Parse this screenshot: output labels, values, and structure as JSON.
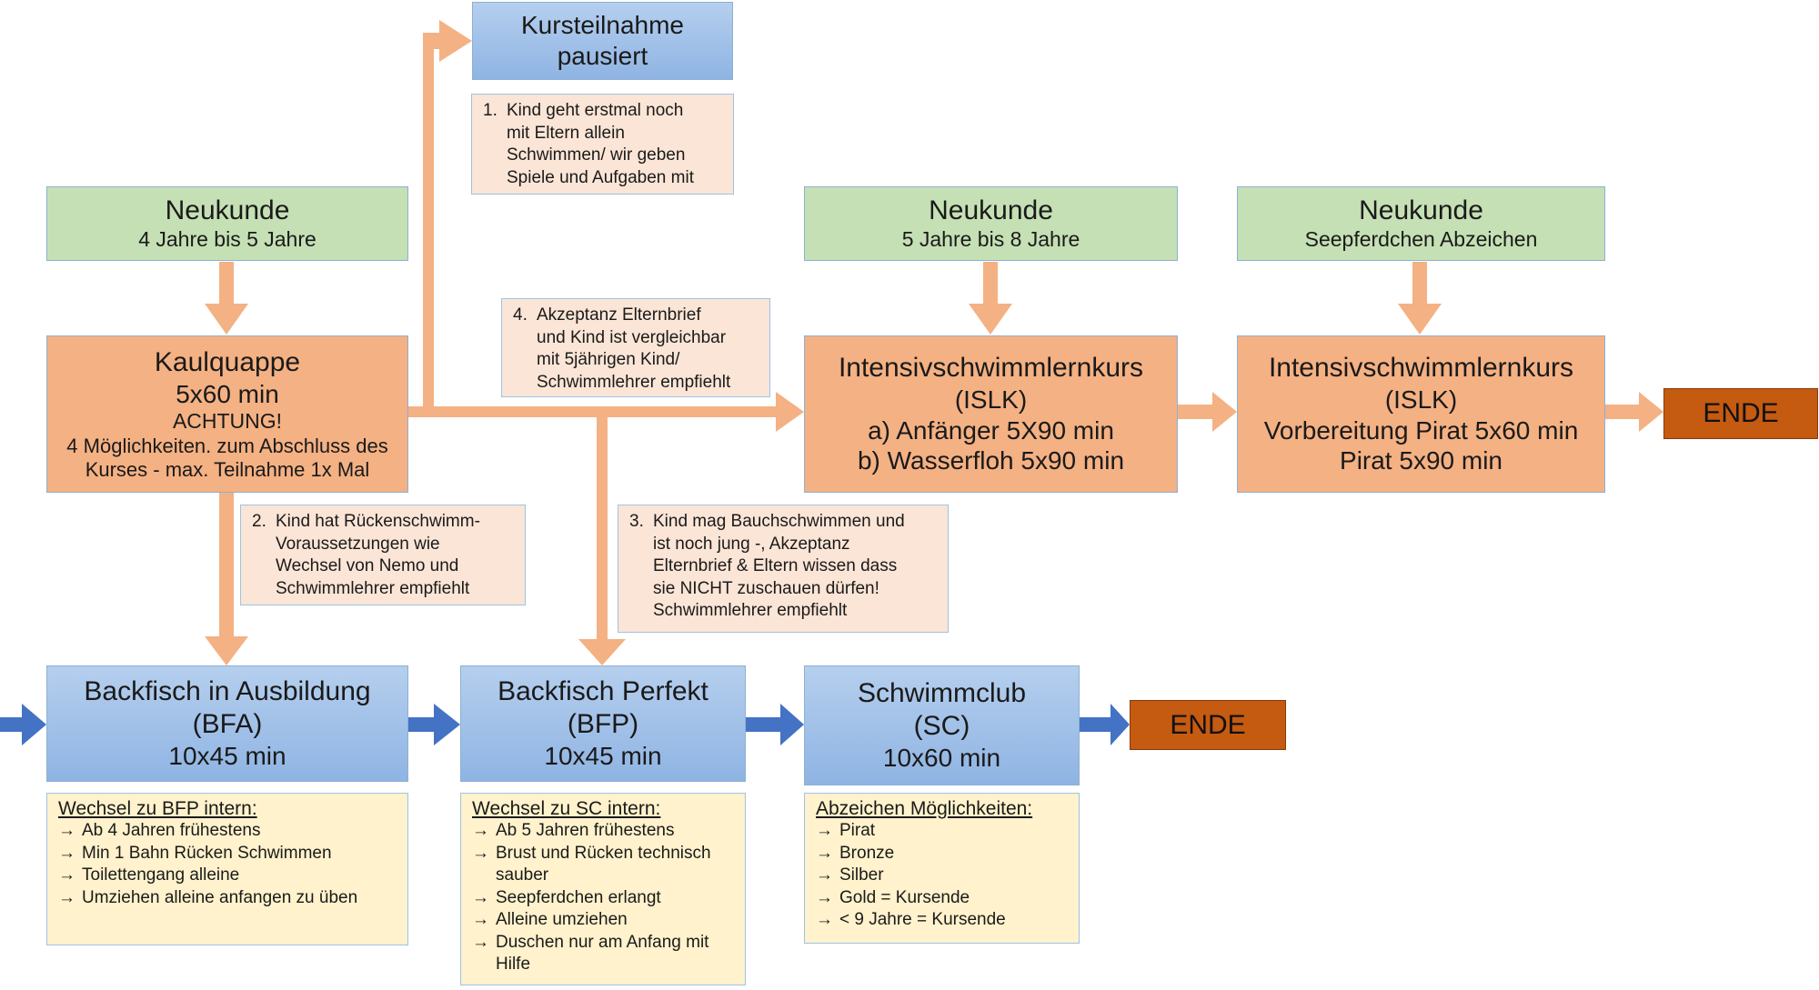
{
  "course_paused": {
    "title_line1": "Kursteilnahme",
    "title_line2": "pausiert"
  },
  "note1": {
    "num": "1.",
    "lines": [
      "Kind geht erstmal noch",
      "mit Eltern allein",
      "Schwimmen/ wir geben",
      "Spiele und Aufgaben mit"
    ]
  },
  "note4": {
    "num": "4.",
    "lines": [
      "Akzeptanz Elternbrief",
      "und Kind ist vergleichbar",
      "mit 5jährigen Kind/",
      "Schwimmlehrer empfiehlt"
    ]
  },
  "note2": {
    "num": "2.",
    "lines": [
      "Kind hat Rückenschwimm-",
      "Voraussetzungen wie",
      "Wechsel von Nemo und",
      "Schwimmlehrer empfiehlt"
    ]
  },
  "note3": {
    "num": "3.",
    "lines": [
      "Kind mag Bauchschwimmen und",
      "ist noch jung -, Akzeptanz",
      "Elternbrief & Eltern wissen dass",
      "sie NICHT zuschauen dürfen!",
      "Schwimmlehrer empfiehlt"
    ]
  },
  "neukunde1": {
    "title": "Neukunde",
    "sub": "4 Jahre bis 5 Jahre"
  },
  "neukunde2": {
    "title": "Neukunde",
    "sub": "5 Jahre bis 8 Jahre"
  },
  "neukunde3": {
    "title": "Neukunde",
    "sub": "Seepferdchen Abzeichen"
  },
  "kaulquappe": {
    "title": "Kaulquappe",
    "duration": "5x60 min",
    "warning": "ACHTUNG!",
    "line1": "4 Möglichkeiten. zum Abschluss des",
    "line2": "Kurses - max. Teilnahme 1x Mal"
  },
  "islk1": {
    "title": "Intensivschwimmlernkurs",
    "abbr": "(ISLK)",
    "a": "a) Anfänger 5X90 min",
    "b": "b) Wasserfloh 5x90 min"
  },
  "islk2": {
    "title": "Intensivschwimmlernkurs",
    "abbr": "(ISLK)",
    "line1": "Vorbereitung Pirat 5x60 min",
    "line2": "Pirat 5x90 min"
  },
  "ende": {
    "label": "ENDE"
  },
  "bfa": {
    "title": "Backfisch in Ausbildung",
    "abbr": "(BFA)",
    "duration": "10x45 min"
  },
  "bfp": {
    "title": "Backfisch Perfekt",
    "abbr": "(BFP)",
    "duration": "10x45 min"
  },
  "sc": {
    "title": "Schwimmclub",
    "abbr": "(SC)",
    "duration": "10x60 min"
  },
  "bfa_info": {
    "heading": "Wechsel zu BFP intern:",
    "arrow": "→",
    "items": [
      "Ab 4 Jahren frühestens",
      "Min 1 Bahn Rücken Schwimmen",
      "Toilettengang alleine",
      "Umziehen alleine anfangen zu üben"
    ]
  },
  "bfp_info": {
    "heading": "Wechsel zu SC intern:",
    "arrow": "→",
    "items": [
      "Ab 5 Jahren frühestens",
      "Brust und Rücken technisch sauber",
      "Seepferdchen erlangt",
      "Alleine umziehen",
      "Duschen nur am Anfang mit Hilfe"
    ]
  },
  "sc_info": {
    "heading": "Abzeichen Möglichkeiten:",
    "arrow": "→",
    "items": [
      "Pirat",
      "Bronze",
      "Silber",
      "Gold = Kursende",
      "< 9 Jahre = Kursende"
    ]
  },
  "colors": {
    "orange_arrow": "#f4b183",
    "blue_arrow": "#4472c4",
    "ende": "#c55a11"
  }
}
